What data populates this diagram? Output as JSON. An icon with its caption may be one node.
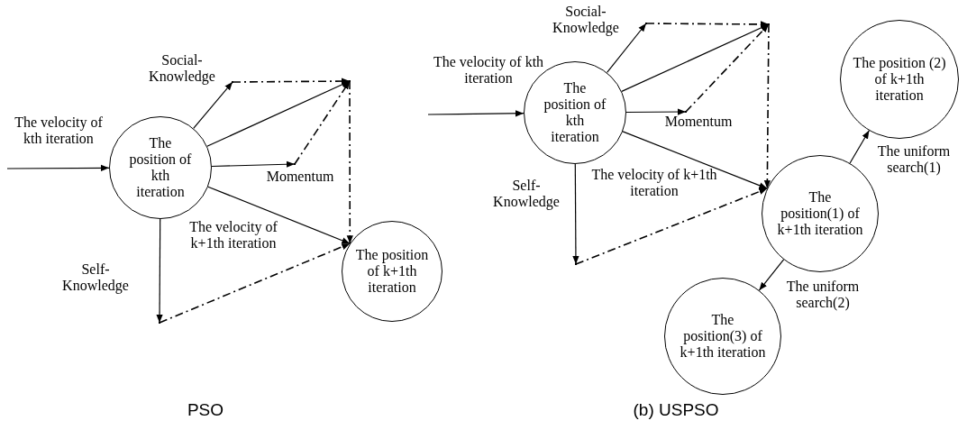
{
  "diagram": {
    "nodes": [
      {
        "text": [
          "The position of kth iteration"
        ]
      },
      {
        "text": [
          "The position of k+1th iteration"
        ]
      },
      {
        "text": [],
        "shape": "point"
      },
      {
        "text": [],
        "shape": "point"
      },
      {
        "text": [],
        "shape": "point"
      },
      {
        "text": [],
        "shape": "point"
      },
      {
        "text": [
          "The position of kth iteration"
        ]
      },
      {
        "text": [
          "The position(1) of k+1th iteration"
        ]
      },
      {
        "text": [
          "The position (2) of k+1th iteration"
        ]
      },
      {
        "text": [
          "The position(3) of k+1th iteration"
        ]
      },
      {
        "text": [],
        "shape": "point"
      },
      {
        "text": [],
        "shape": "point"
      },
      {
        "text": [],
        "shape": "point"
      },
      {
        "text": [],
        "shape": "point"
      }
    ],
    "edges": [
      {
        "from": null,
        "to": 0,
        "arrow": "to",
        "label": "The velocity of kth iteration"
      },
      {
        "from": 0,
        "to": 2,
        "arrow": "to",
        "label": "Social-Knowledge"
      },
      {
        "from": 0,
        "to": 3,
        "arrow": "to"
      },
      {
        "from": 0,
        "to": 4,
        "arrow": "to",
        "label": "Momentum"
      },
      {
        "from": 0,
        "to": 5,
        "arrow": "to",
        "label": "Self-Knowledge"
      },
      {
        "from": 0,
        "to": 1,
        "arrow": "to",
        "label": "The velocity of k+1th iteration"
      },
      {
        "from": 2,
        "to": 3,
        "arrow": "to",
        "style": "dashed"
      },
      {
        "from": 4,
        "to": 3,
        "arrow": "to",
        "style": "dashed"
      },
      {
        "from": 3,
        "to": 1,
        "arrow": "to",
        "style": "dashed"
      },
      {
        "from": 5,
        "to": 1,
        "arrow": "to",
        "style": "dashed"
      },
      {
        "from": null,
        "to": 6,
        "arrow": "to",
        "label": "The velocity of kth iteration"
      },
      {
        "from": 6,
        "to": 10,
        "arrow": "to",
        "label": "Social-Knowledge"
      },
      {
        "from": 6,
        "to": 11,
        "arrow": "to"
      },
      {
        "from": 6,
        "to": 12,
        "arrow": "to",
        "label": "Momentum"
      },
      {
        "from": 6,
        "to": 13,
        "arrow": "to",
        "label": "Self-Knowledge"
      },
      {
        "from": 6,
        "to": 7,
        "arrow": "to",
        "label": "The velocity of k+1th iteration"
      },
      {
        "from": 10,
        "to": 11,
        "arrow": "to",
        "style": "dashed"
      },
      {
        "from": 12,
        "to": 11,
        "arrow": "to",
        "style": "dashed"
      },
      {
        "from": 11,
        "to": 7,
        "arrow": "to",
        "style": "dashed"
      },
      {
        "from": 13,
        "to": 7,
        "arrow": "to",
        "style": "dashed"
      },
      {
        "from": 7,
        "to": 8,
        "arrow": "to",
        "label": "The uniform search(1)"
      },
      {
        "from": 7,
        "to": 9,
        "arrow": "to",
        "label": "The uniform search(2)"
      }
    ],
    "labels": [
      "PSO",
      "(b) USPSO"
    ]
  }
}
